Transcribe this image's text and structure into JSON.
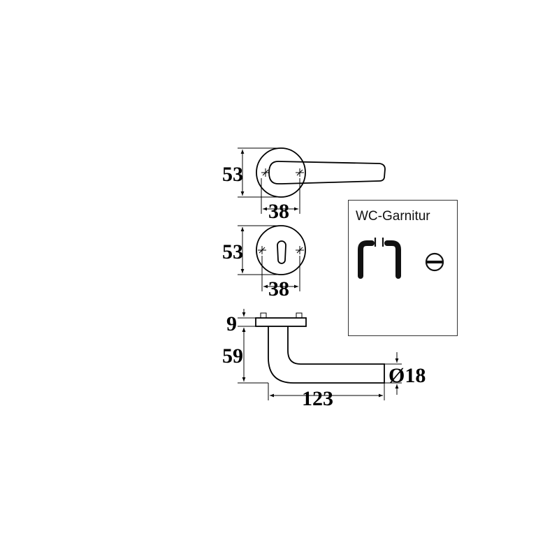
{
  "rosette_lever_view": {
    "height_label": "53",
    "width_label": "38"
  },
  "keyhole_rosette_view": {
    "height_label": "53",
    "width_label": "38"
  },
  "side_view": {
    "rosette_thickness_label": "9",
    "lever_drop_label": "59",
    "lever_length_label": "123",
    "lever_diameter_label": "Ø18"
  },
  "wc_set": {
    "title": "WC-Garnitur",
    "icons": [
      "door-lever-pair-icon",
      "wc-turn-knob-icon"
    ]
  }
}
